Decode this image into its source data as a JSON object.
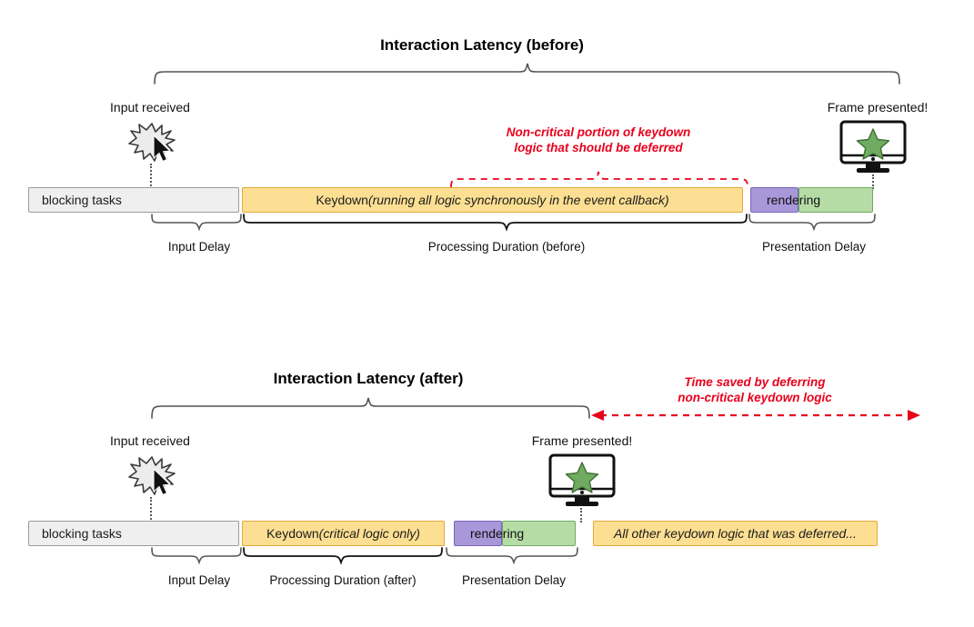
{
  "page": {
    "background": "#ffffff",
    "accent_red": "#e8001c",
    "bar_colors": {
      "blocking": "#efefef",
      "blocking_border": "#9b9b9b",
      "keydown": "#fcdf92",
      "keydown_border": "#e5a93a",
      "rendering_purple": "#a998d9",
      "rendering_purple_border": "#7a63bb",
      "rendering_green": "#b6dca6",
      "rendering_green_border": "#6fab60"
    }
  },
  "diagram_before": {
    "title": "Interaction Latency (before)",
    "input_label": "Input received",
    "frame_label": "Frame presented!",
    "red_note_line1": "Non-critical portion of keydown",
    "red_note_line2": "logic that should be deferred",
    "bars": [
      {
        "label": "blocking tasks",
        "label_italic": ""
      },
      {
        "label": "Keydown ",
        "label_italic": "(running all logic synchronously in the event callback)"
      },
      {
        "label": "rendering",
        "label_italic": ""
      }
    ],
    "phases": [
      "Input Delay",
      "Processing Duration (before)",
      "Presentation Delay"
    ]
  },
  "diagram_after": {
    "title": "Interaction Latency (after)",
    "input_label": "Input received",
    "frame_label": "Frame presented!",
    "red_note_line1": "Time saved by deferring",
    "red_note_line2": "non-critical keydown logic",
    "bars": [
      {
        "label": "blocking tasks",
        "label_italic": ""
      },
      {
        "label": "Keydown ",
        "label_italic": "(critical logic only)"
      },
      {
        "label": "rendering",
        "label_italic": ""
      },
      {
        "label": "",
        "label_italic": "All other keydown logic that was deferred..."
      }
    ],
    "phases": [
      "Input Delay",
      "Processing Duration (after)",
      "Presentation Delay"
    ]
  },
  "icons": {
    "input_burst": "starburst-icon",
    "cursor": "mouse-cursor-icon",
    "monitor": "monitor-icon",
    "star": "star-icon"
  }
}
